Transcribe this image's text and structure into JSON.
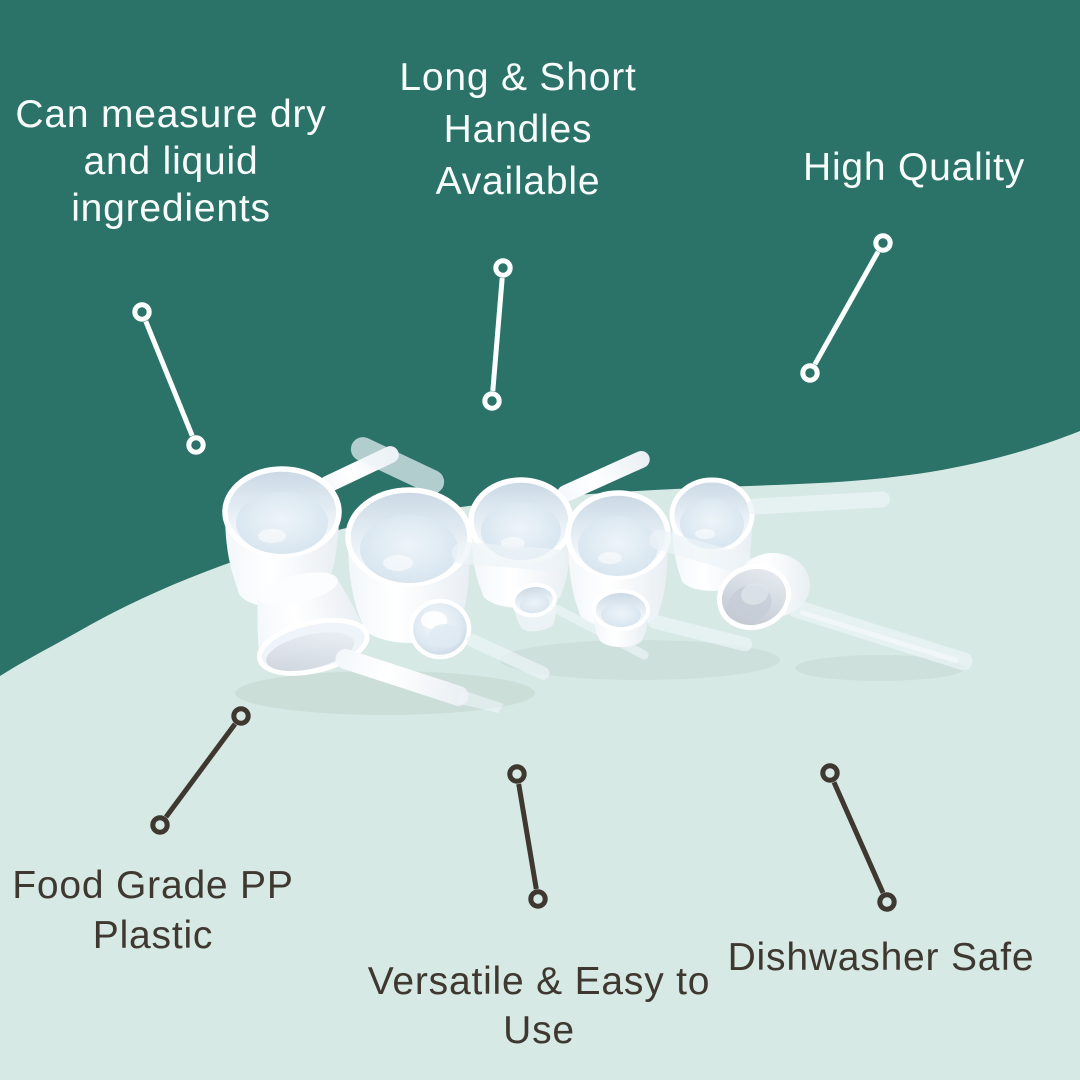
{
  "title": "Measuring scoops product infographic",
  "colors": {
    "teal": "#2B7269",
    "mint": "#D7E9E4",
    "dark_text": "#3E3831",
    "light_text": "#F7FCFA",
    "connector_light": "#FBFFFD",
    "connector_dark": "#3E3831"
  },
  "callouts": {
    "measure": {
      "text": "Can measure dry and liquid ingredients",
      "lines": [
        "Can measure dry",
        "and liquid",
        "ingredients"
      ]
    },
    "handles": {
      "text": "Long & Short Handles Available",
      "lines": [
        "Long & Short",
        "Handles",
        "Available"
      ]
    },
    "quality": {
      "text": "High Quality",
      "lines": [
        "High Quality"
      ]
    },
    "material": {
      "text": "Food Grade PP Plastic",
      "lines": [
        "Food Grade PP",
        "Plastic"
      ]
    },
    "versatile": {
      "text": "Versatile & Easy to Use",
      "lines": [
        "Versatile & Easy to",
        "Use"
      ]
    },
    "dishwasher": {
      "text": "Dishwasher Safe",
      "lines": [
        "Dishwasher Safe"
      ]
    }
  },
  "product": {
    "description": "Set of white food-grade PP plastic measuring scoops and spoons with long and short handles"
  }
}
